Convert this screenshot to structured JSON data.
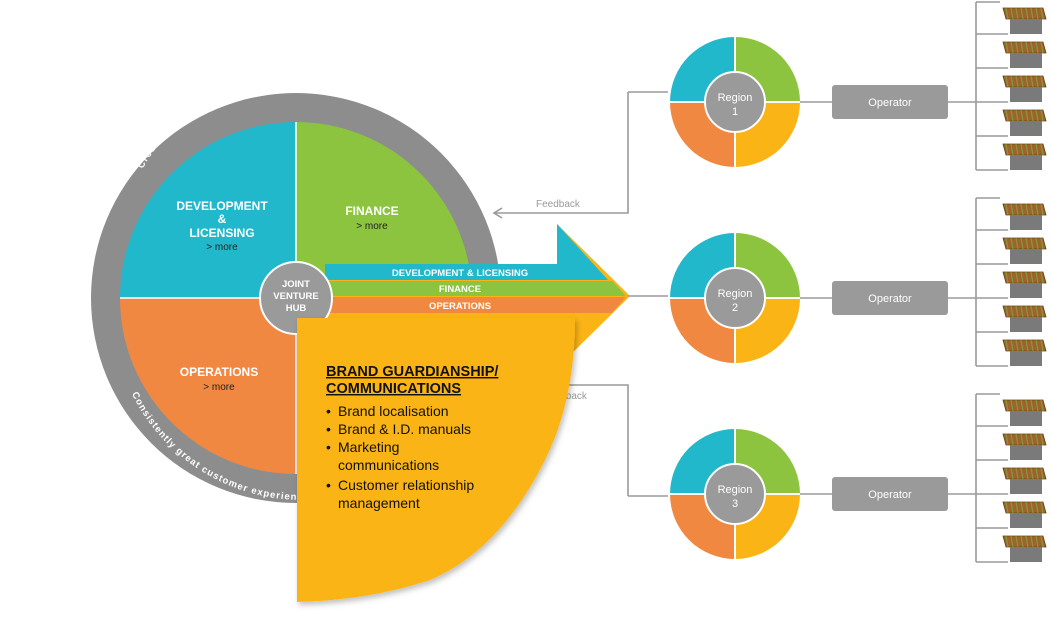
{
  "hub": {
    "arc_top_text": "Cross-functional hub fuels a rolling learning process",
    "arc_bottom_text": "Consistently great customer experience",
    "center_label": [
      "JOINT",
      "VENTURE",
      "HUB"
    ],
    "quadrants": [
      {
        "title_lines": [
          "DEVELOPMENT",
          "&",
          "LICENSING"
        ],
        "more": "> more",
        "color": "#22b8cc"
      },
      {
        "title_lines": [
          "FINANCE"
        ],
        "more": "> more",
        "color": "#8cc43f"
      },
      {
        "title_lines": [
          "OPERATIONS"
        ],
        "more": "> more",
        "color": "#f18842"
      }
    ],
    "ring_color": "#8d8d8d",
    "center_color": "#9a9a9a"
  },
  "arrow": {
    "bands": [
      {
        "label": "DEVELOPMENT & LICENSING",
        "color": "#22b8cc"
      },
      {
        "label": "FINANCE",
        "color": "#8cc43f"
      },
      {
        "label": "OPERATIONS",
        "color": "#f18842"
      }
    ],
    "feedback_top": "Feedback",
    "feedback_bottom": "Feedback"
  },
  "brand_panel": {
    "title_lines": [
      "BRAND GUARDIANSHIP/",
      "COMMUNICATIONS"
    ],
    "bullets": [
      [
        "Brand localisation"
      ],
      [
        "Brand & I.D. manuals"
      ],
      [
        "Marketing",
        "communications"
      ],
      [
        "Customer relationship",
        "management"
      ]
    ],
    "color": "#fbb416"
  },
  "regions": [
    {
      "label": "Region",
      "number": "1",
      "operator": "Operator"
    },
    {
      "label": "Region",
      "number": "2",
      "operator": "Operator"
    },
    {
      "label": "Region",
      "number": "3",
      "operator": "Operator"
    }
  ],
  "region_colors": {
    "teal": "#22b8cc",
    "green": "#8cc43f",
    "orange": "#f18842",
    "yellow": "#fbb416",
    "hub": "#9a9a9a"
  },
  "stores_per_operator": 5
}
